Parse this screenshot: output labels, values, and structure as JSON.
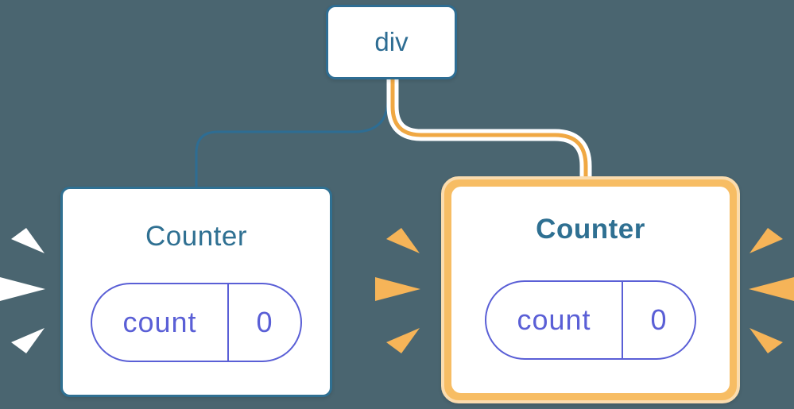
{
  "diagram": {
    "description": "React component tree: div root with two Counter children; right Counter highlighted as re-rendered with preserved state",
    "background_color": "#4a6570",
    "root_node": {
      "label": "div",
      "border_color": "#2e6d93",
      "text_color": "#2e6d93"
    },
    "edges": [
      {
        "name": "edge-root-to-left-counter",
        "color": "#2e6d93",
        "style": "thin"
      },
      {
        "name": "edge-root-to-right-counter",
        "color": "#f0a843",
        "outline_color": "#ffffff",
        "style": "thick-highlighted"
      }
    ],
    "cards": [
      {
        "title": "Counter",
        "highlighted": false,
        "title_weight": "regular",
        "state": {
          "key": "count",
          "value": "0"
        },
        "burst_color": "#ffffff",
        "bursts": [
          "left"
        ]
      },
      {
        "title": "Counter",
        "highlighted": true,
        "title_weight": "bold",
        "state": {
          "key": "count",
          "value": "0"
        },
        "burst_color": "#f6b458",
        "bursts": [
          "left",
          "right"
        ]
      }
    ],
    "colors": {
      "node_blue": "#2e6d93",
      "title_teal": "#2f7092",
      "pill_indigo": "#5a5fd6",
      "edge_orange": "#f0a843",
      "highlight_ring": "#f7bd64",
      "highlight_ring_edge": "#fbdcae",
      "burst_white": "#ffffff",
      "burst_orange": "#f6b458"
    }
  }
}
